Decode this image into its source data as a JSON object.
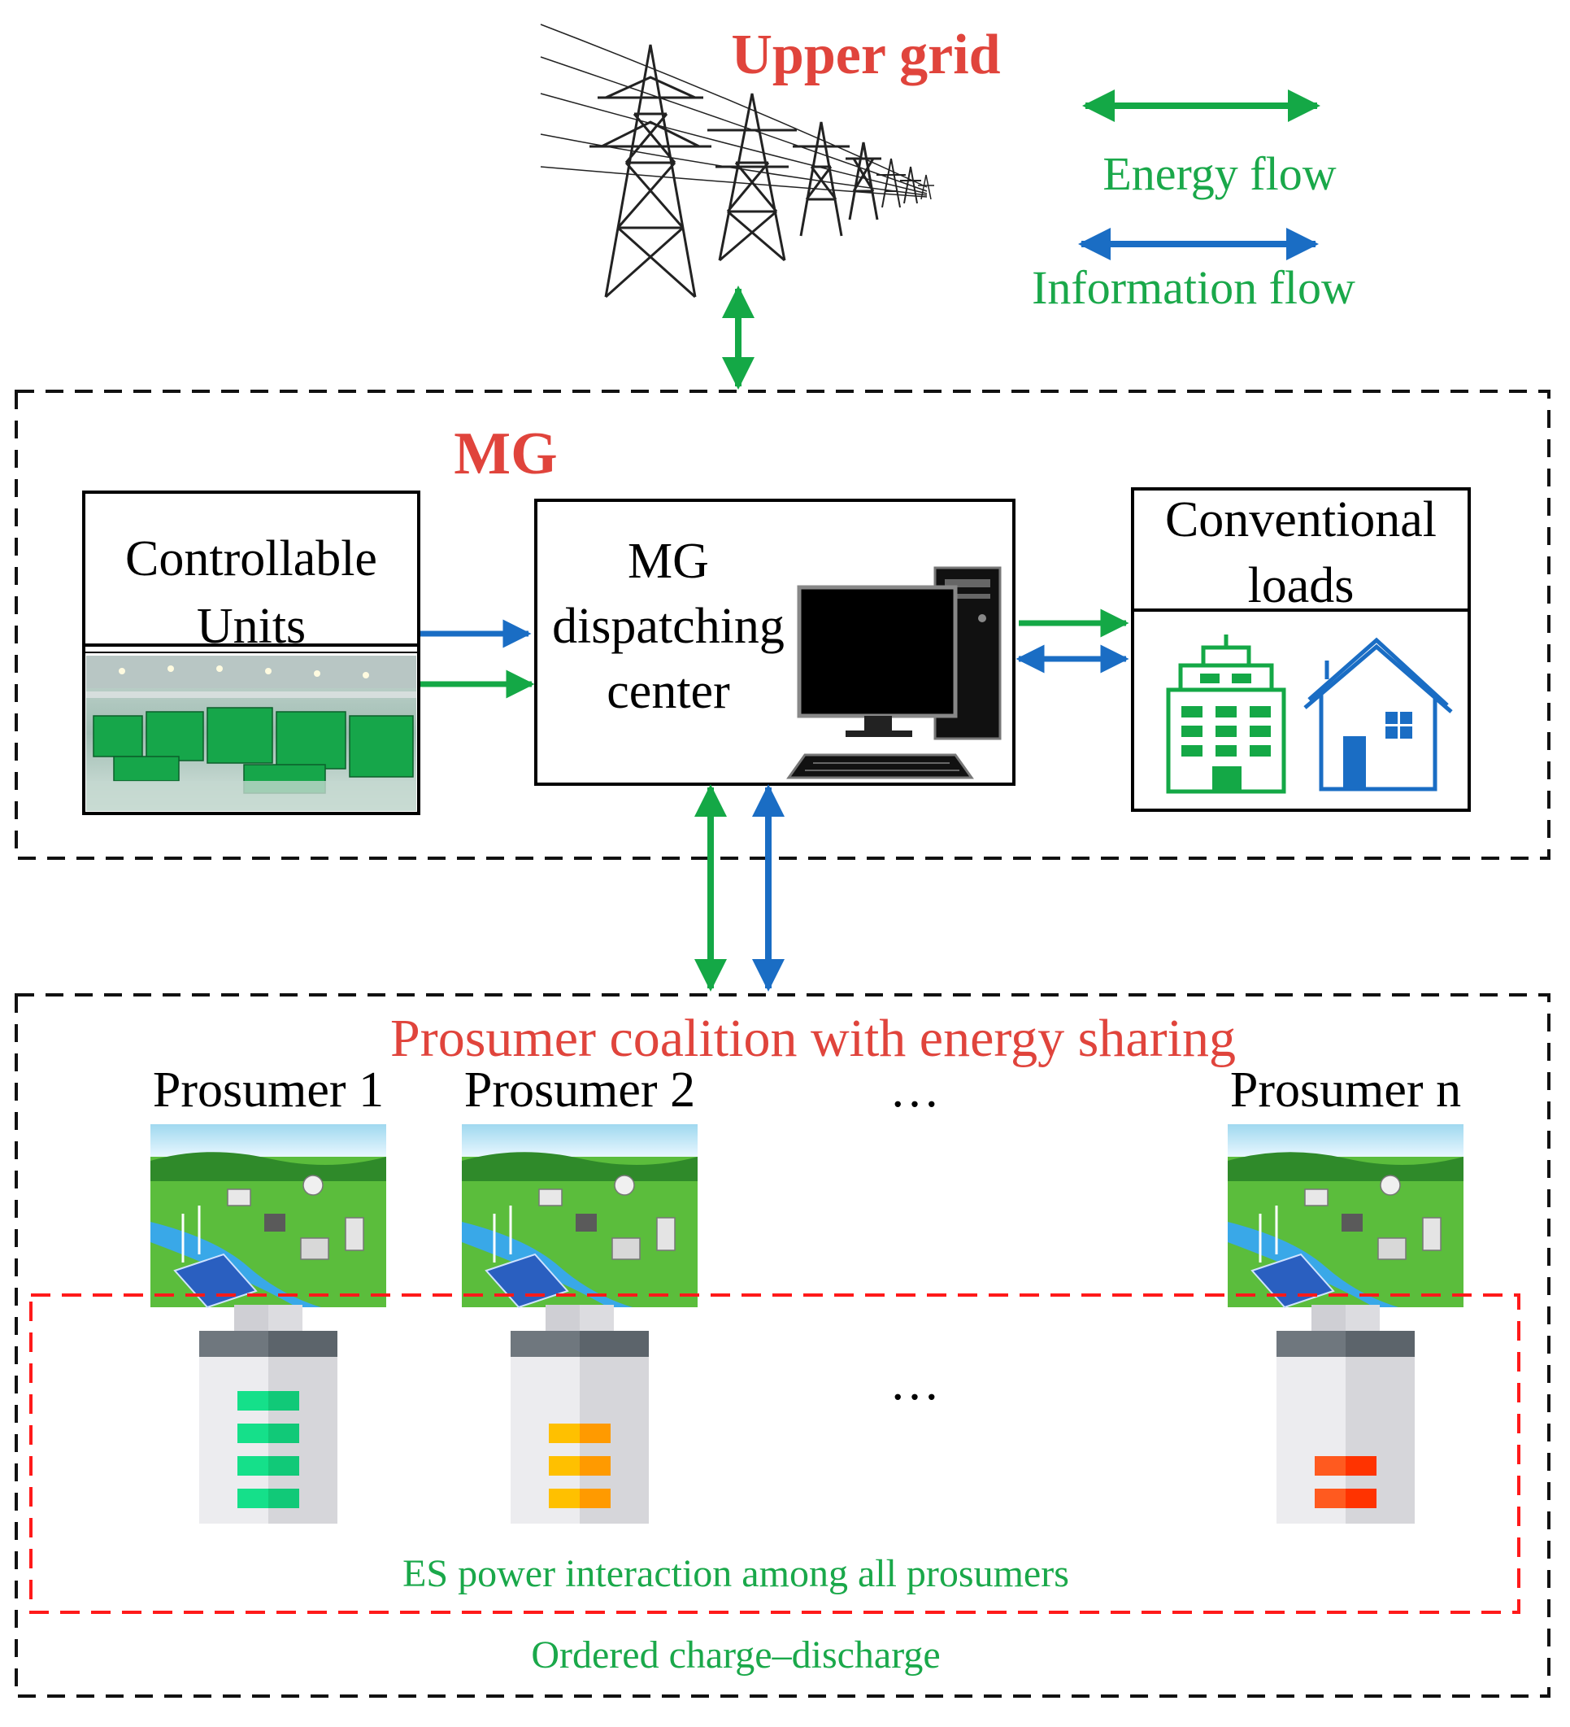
{
  "colors": {
    "energy": "#14a846",
    "information": "#1a6dc4",
    "title_red": "#e0443c",
    "dashed_red": "#ff1a1a",
    "text_green": "#1aa84a",
    "black": "#000000"
  },
  "upper_grid": {
    "title": "Upper grid",
    "icon": "transmission-tower-icon"
  },
  "legend": {
    "energy_label": "Energy flow",
    "information_label": "Information flow"
  },
  "mg": {
    "title": "MG",
    "controllable_units": {
      "label_line1": "Controllable",
      "label_line2": "Units",
      "photo": "generator-hall-photo"
    },
    "dispatch": {
      "line1": "MG",
      "line2": "dispatching",
      "line3": "center",
      "icon": "desktop-computer-icon"
    },
    "loads": {
      "line1": "Conventional",
      "line2": "loads",
      "icons": [
        "office-building-icon",
        "house-icon"
      ]
    }
  },
  "coalition": {
    "title": "Prosumer coalition with energy sharing",
    "prosumers": [
      {
        "label": "Prosumer 1",
        "battery_level": 4,
        "battery_color": "green"
      },
      {
        "label": "Prosumer 2",
        "battery_level": 3,
        "battery_color": "orange"
      },
      {
        "label": "Prosumer n",
        "battery_level": 2,
        "battery_color": "red"
      }
    ],
    "ellipsis_top": "…",
    "ellipsis_mid": "…",
    "es_label": "ES power interaction among all prosumers",
    "ordered_label": "Ordered charge–discharge"
  }
}
